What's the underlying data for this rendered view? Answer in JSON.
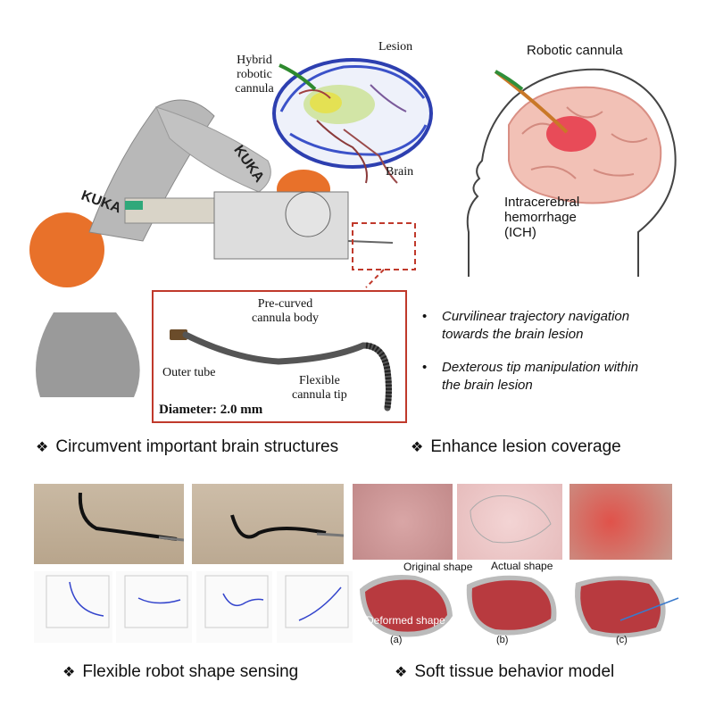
{
  "top_brain_scan": {
    "label_hybrid": "Hybrid\nrobotic\ncannula",
    "label_lesion": "Lesion",
    "label_brain": "Brain"
  },
  "head_diagram": {
    "label_cannula": "Robotic cannula",
    "label_ich": "Intracerebral\nhemorrhage\n(ICH)"
  },
  "robot": {
    "brand_text": "KUKA"
  },
  "cannula_inset": {
    "label_body": "Pre-curved\ncannula body",
    "label_outer_tube": "Outer tube",
    "label_tip": "Flexible\ncannula tip",
    "diameter": "Diameter: 2.0 mm"
  },
  "bullets": [
    "Curvilinear trajectory navigation\ntowards the brain lesion",
    "Dexterous tip manipulation within\nthe brain lesion"
  ],
  "headings": {
    "circumvent": "Circumvent important brain structures",
    "enhance": "Enhance lesion coverage",
    "shape_sensing": "Flexible robot shape sensing",
    "soft_tissue": "Soft tissue behavior model"
  },
  "tissue_panel": {
    "label_original": "Original shape",
    "label_actual": "Actual shape",
    "label_deformed": "Deformed shape",
    "sub_a": "(a)",
    "sub_b": "(b)",
    "sub_c": "(c)"
  },
  "colors": {
    "inset_border": "#c0392b",
    "robot_orange": "#e8712a",
    "lesion_red": "#b83a3f"
  }
}
